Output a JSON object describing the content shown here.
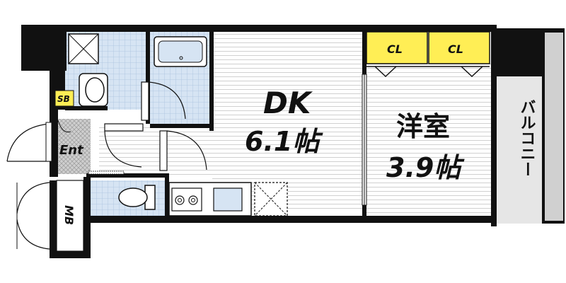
{
  "plan": {
    "rooms": {
      "dk": {
        "name": "DK",
        "size": "6.1帖"
      },
      "western": {
        "name": "洋室",
        "size": "3.9帖"
      }
    },
    "labels": {
      "closet_left": "CL",
      "closet_right": "CL",
      "balcony": "バルコニー",
      "entrance": "Ent",
      "shoe_box": "SB",
      "meter_box": "MB"
    },
    "colors": {
      "wall": "#111111",
      "closet_fill": "#ffee55",
      "tile_fill": "#d6e4f3",
      "entrance_fill": "#c8c8c8",
      "balcony_fill": "#e6e6e6",
      "floor_stripe": "#d0d0d0"
    }
  }
}
